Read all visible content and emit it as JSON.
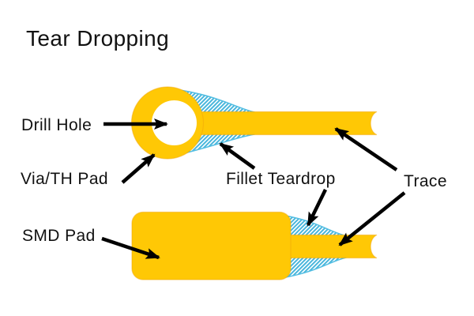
{
  "labels": {
    "title": "Tear Dropping",
    "drill_hole": "Drill Hole",
    "via_th_pad": "Via/TH Pad",
    "fillet_teardrop": "Fillet Teardrop",
    "trace": "Trace",
    "smd_pad": "SMD Pad"
  },
  "colors": {
    "copper_yellow": "#FFC805",
    "copper_edge": "#F2A60A",
    "teardrop_hatch_blue": "#49B6DC",
    "teardrop_outline_blue": "#54BEE2",
    "hatch_background": "#FFFFFF",
    "drill_hole_white": "#FFFFFF",
    "arrow_black": "#000000",
    "label_text": "#111111",
    "page_background": "#FFFFFF"
  }
}
